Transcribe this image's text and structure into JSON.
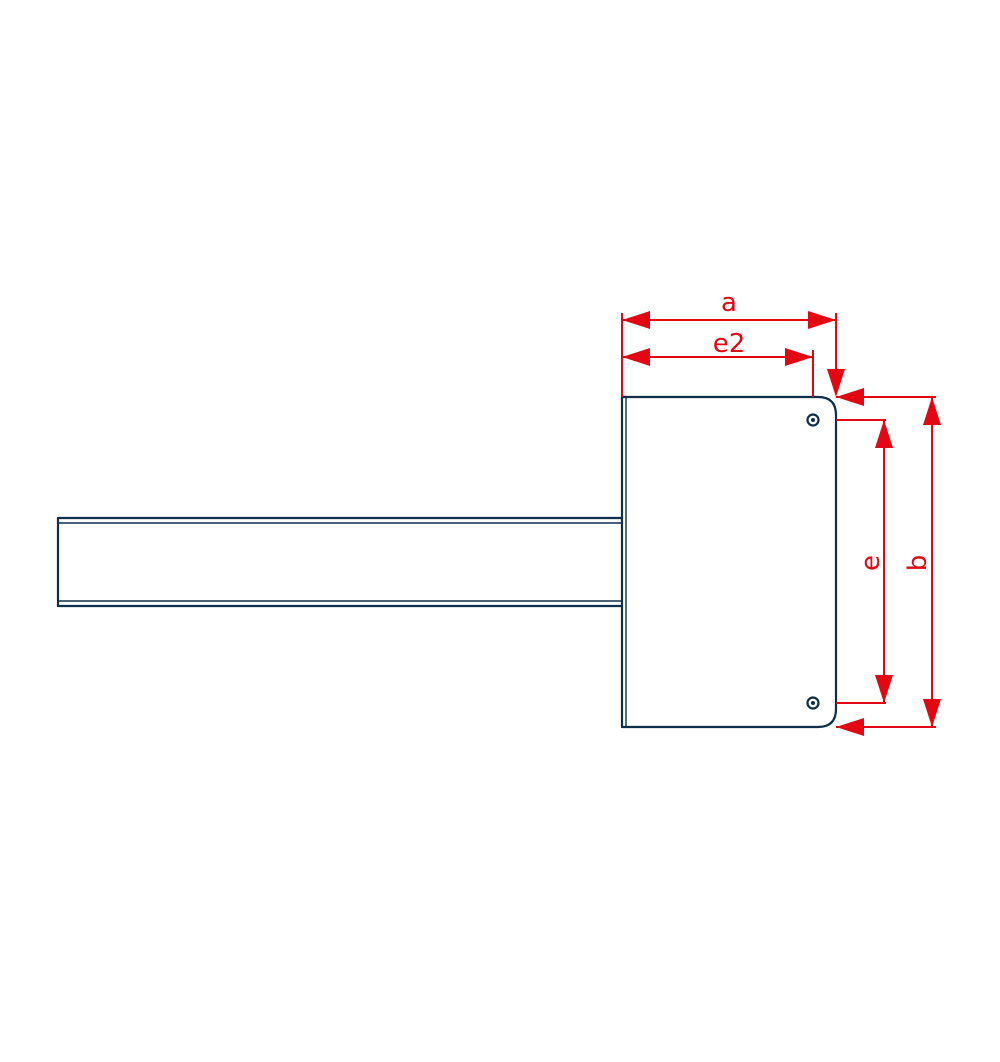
{
  "dimensions": {
    "a": "a",
    "e2": "e2",
    "e": "e",
    "b": "b"
  },
  "colors": {
    "part_stroke": "#0c2f4a",
    "dimension": "#e30613",
    "background": "#ffffff"
  }
}
